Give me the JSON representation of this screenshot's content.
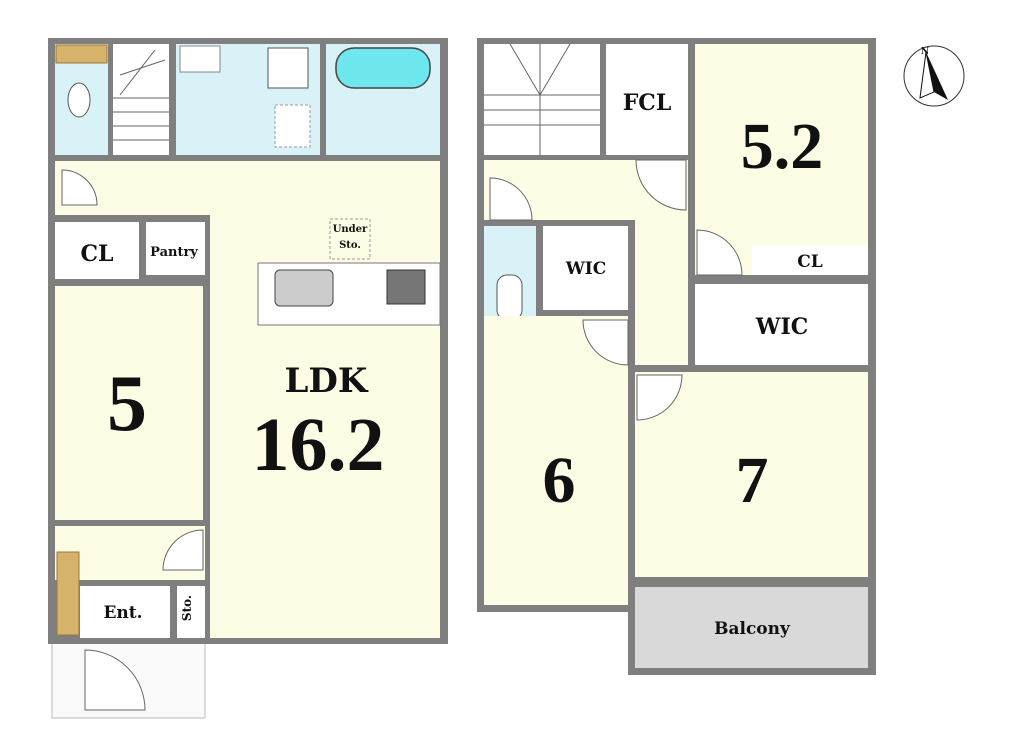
{
  "floor1": {
    "rooms": {
      "ldk_label": "LDK",
      "ldk_size": "16.2",
      "bedroom_size": "5",
      "closet": "CL",
      "pantry": "Pantry",
      "under_storage_line1": "Under",
      "under_storage_line2": "Sto.",
      "entrance": "Ent.",
      "storage": "Sto."
    }
  },
  "floor2": {
    "rooms": {
      "fcl": "FCL",
      "bedroom_a_size": "5.2",
      "closet": "CL",
      "wic_a": "WIC",
      "wic_b": "WIC",
      "bedroom_b_size": "6",
      "bedroom_c_size": "7",
      "balcony": "Balcony"
    }
  },
  "compass": {
    "north_label": "N"
  },
  "colors": {
    "wall": "#7f7f7f",
    "living": "#fdfde6",
    "wet": "#d8f2f8",
    "tub": "#6ee8ee",
    "balcony": "#d9d9d9"
  }
}
